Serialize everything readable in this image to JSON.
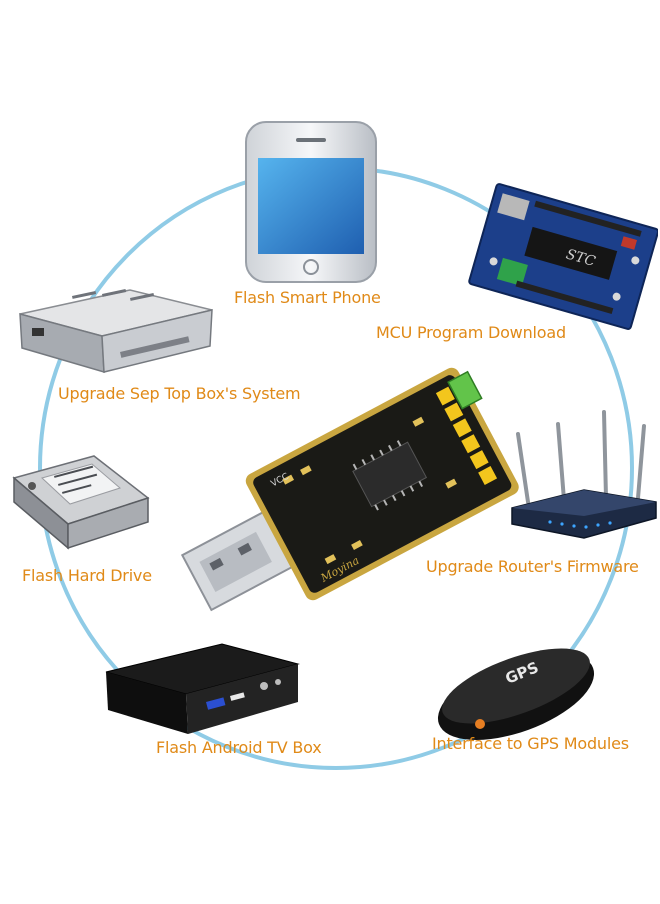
{
  "colors": {
    "ring": "#8fcbe6",
    "label": "#e08a18",
    "pcb": "#1a1a16",
    "pcb_edge": "#c9a640"
  },
  "center": {
    "name": "usb-to-ttl-adapter",
    "silk_brand": "Moyina",
    "silk_vcc": "VCC"
  },
  "devices": [
    {
      "id": "smartphone",
      "label": "Flash Smart Phone"
    },
    {
      "id": "mcu-board",
      "label": "MCU Program Download",
      "chip_text": "STC"
    },
    {
      "id": "router",
      "label": "Upgrade Router's Firmware"
    },
    {
      "id": "gps-module",
      "label": "Interface to GPS Modules",
      "device_text": "GPS"
    },
    {
      "id": "android-tv-box",
      "label": "Flash Android TV Box"
    },
    {
      "id": "hard-drive",
      "label": "Flash Hard Drive"
    },
    {
      "id": "set-top-box",
      "label": "Upgrade Sep Top Box's System"
    }
  ]
}
